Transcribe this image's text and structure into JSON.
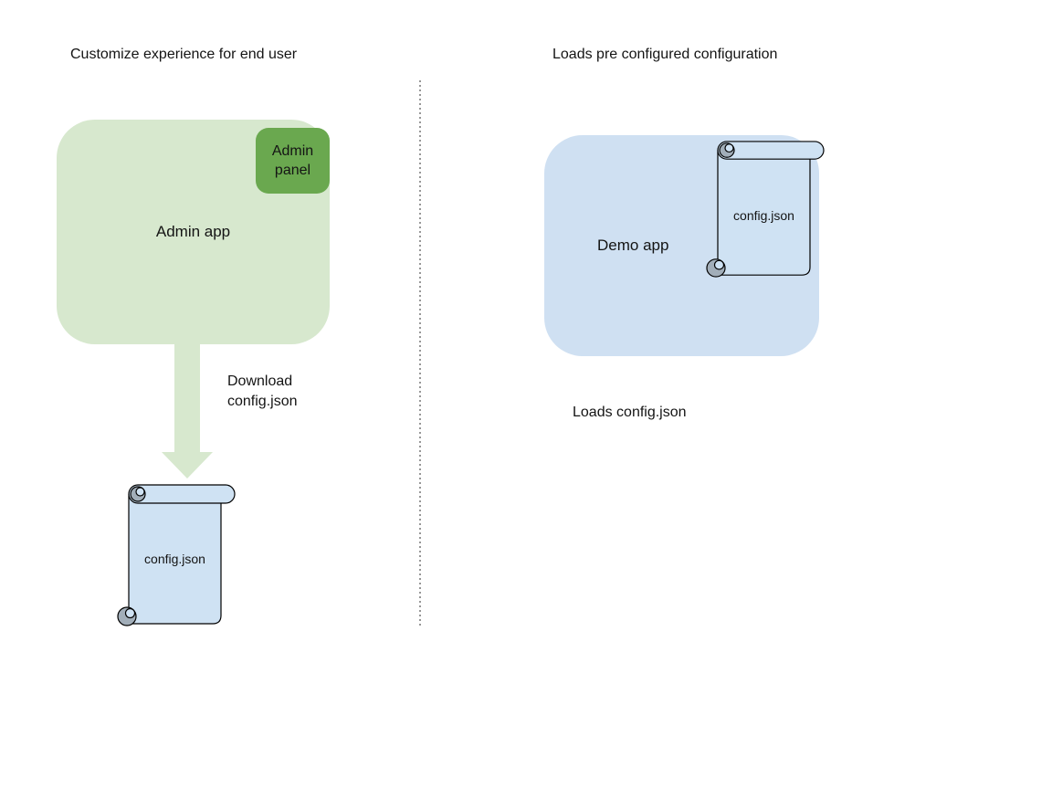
{
  "left_panel": {
    "title": "Customize experience for end user",
    "admin_app_label": "Admin app",
    "admin_panel_label": "Admin panel",
    "arrow_caption": "Download\nconfig.json",
    "config_file_label": "config.json"
  },
  "right_panel": {
    "title": "Loads pre configured configuration",
    "demo_app_label": "Demo app",
    "config_file_label": "config.json",
    "caption": "Loads config.json"
  },
  "colors": {
    "admin_app_fill": "#d7e8ce",
    "admin_panel_fill": "#6aa84f",
    "arrow_fill": "#d7e8ce",
    "demo_app_fill": "#cfe0f2",
    "scroll_fill": "#cfe2f3",
    "scroll_curl_shade": "#a2aeb9",
    "outline": "#000000",
    "text": "#141414",
    "divider": "#979797"
  }
}
